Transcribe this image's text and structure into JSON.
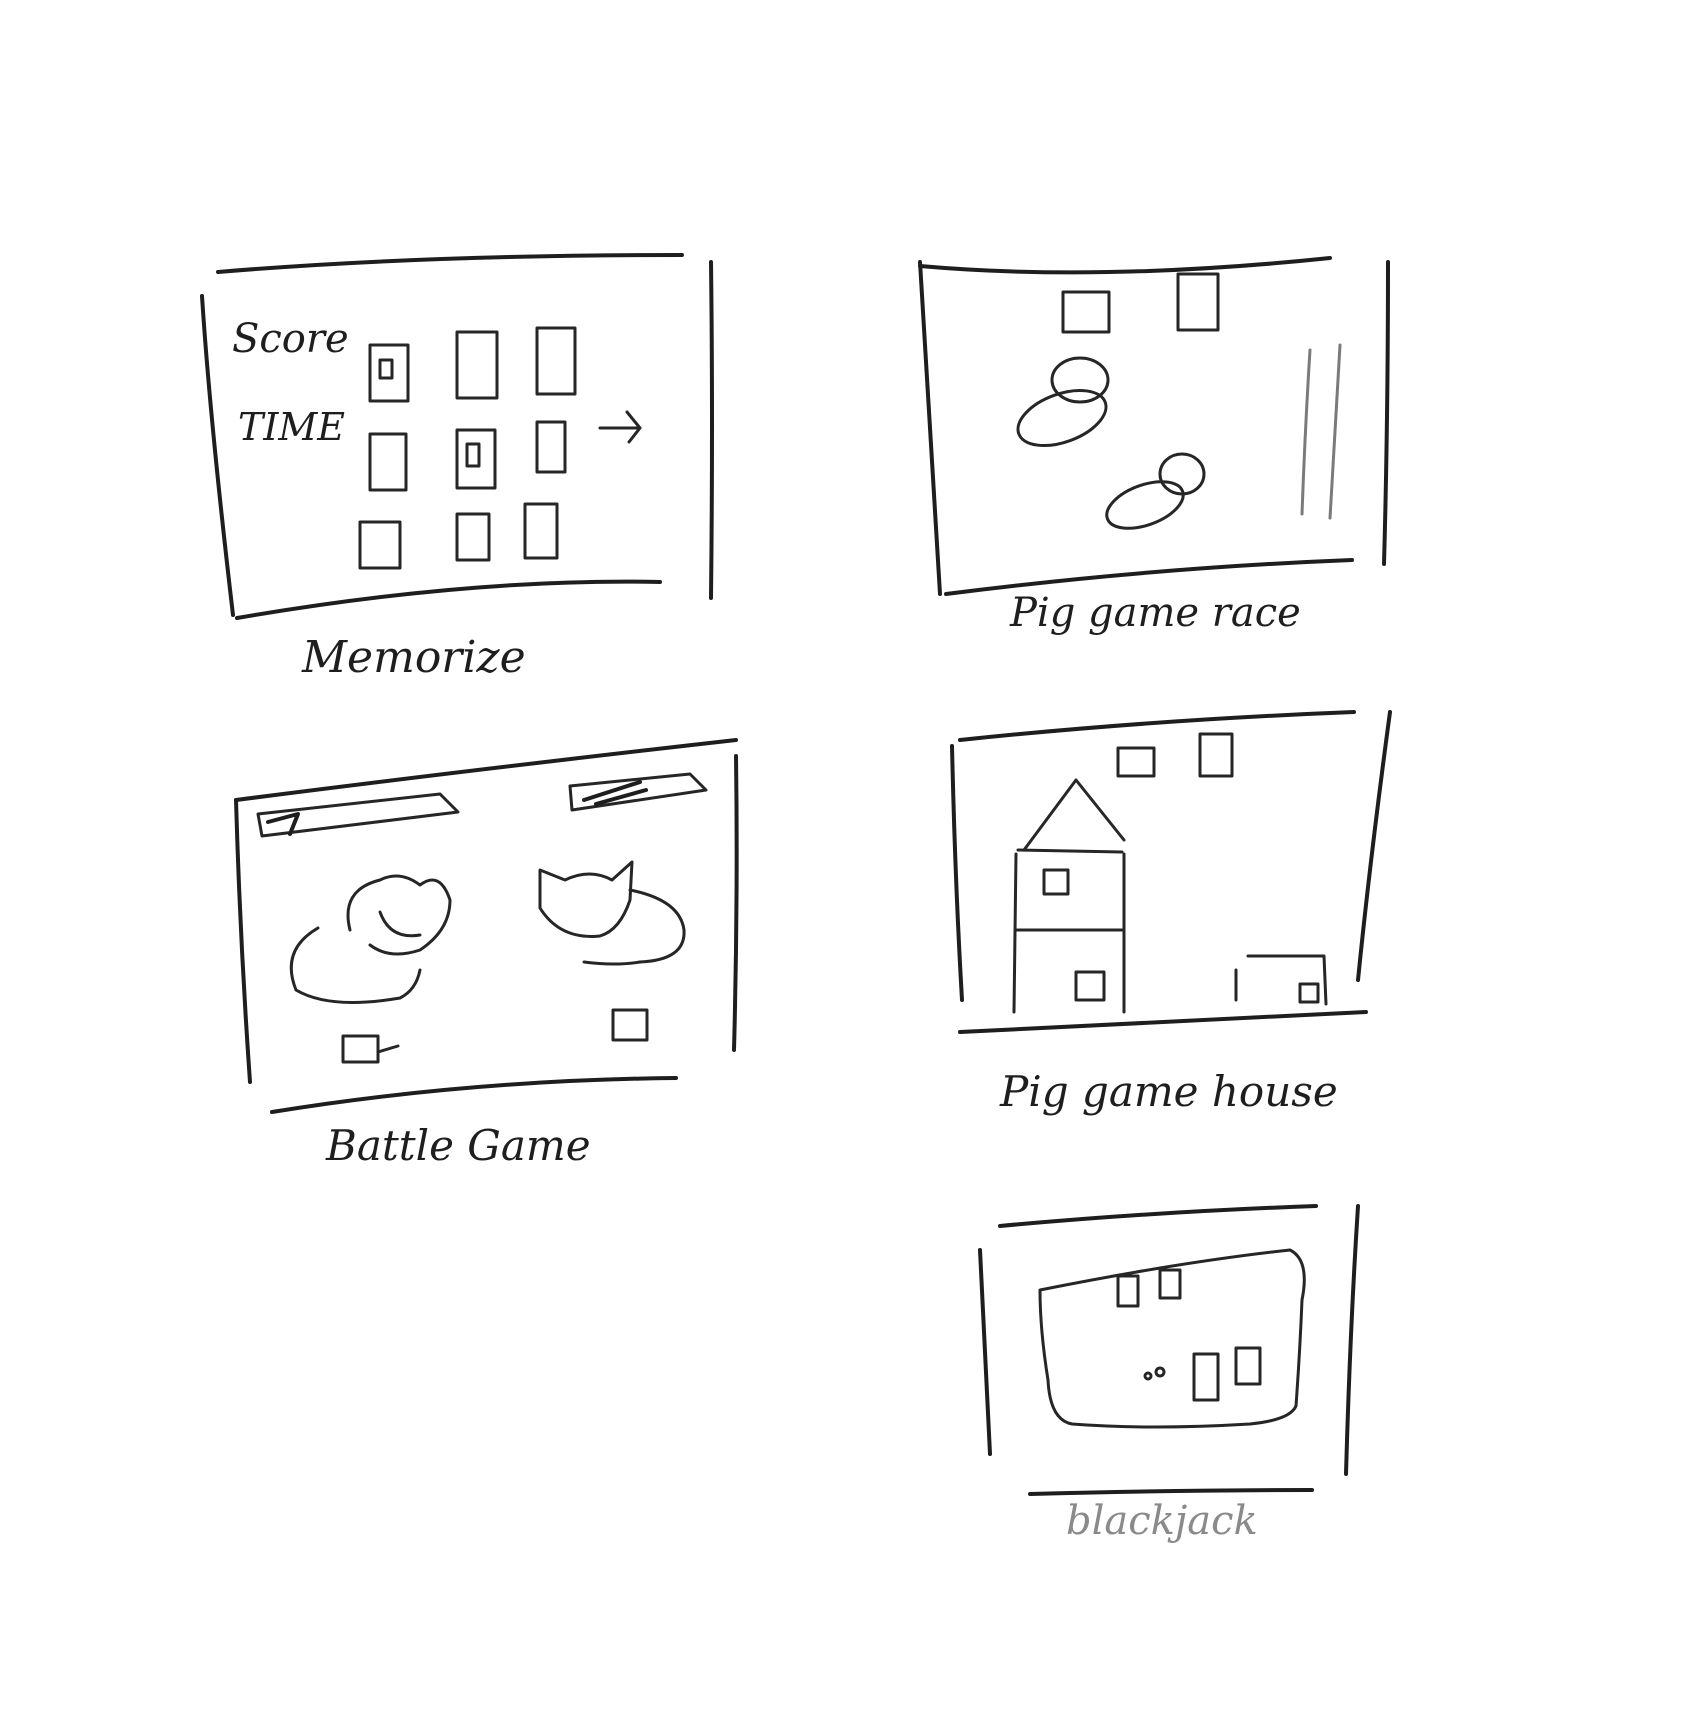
{
  "sketches": [
    {
      "caption": "Memorize",
      "inner_labels": [
        "Score",
        "TIME"
      ]
    },
    {
      "caption": "Pig game race"
    },
    {
      "caption": "Battle Game"
    },
    {
      "caption": "Pig game house"
    },
    {
      "caption": "blackjack"
    }
  ],
  "colors": {
    "ink": "#1e1e1e",
    "faint_ink": "#8a8a8a",
    "paper": "#ffffff"
  }
}
